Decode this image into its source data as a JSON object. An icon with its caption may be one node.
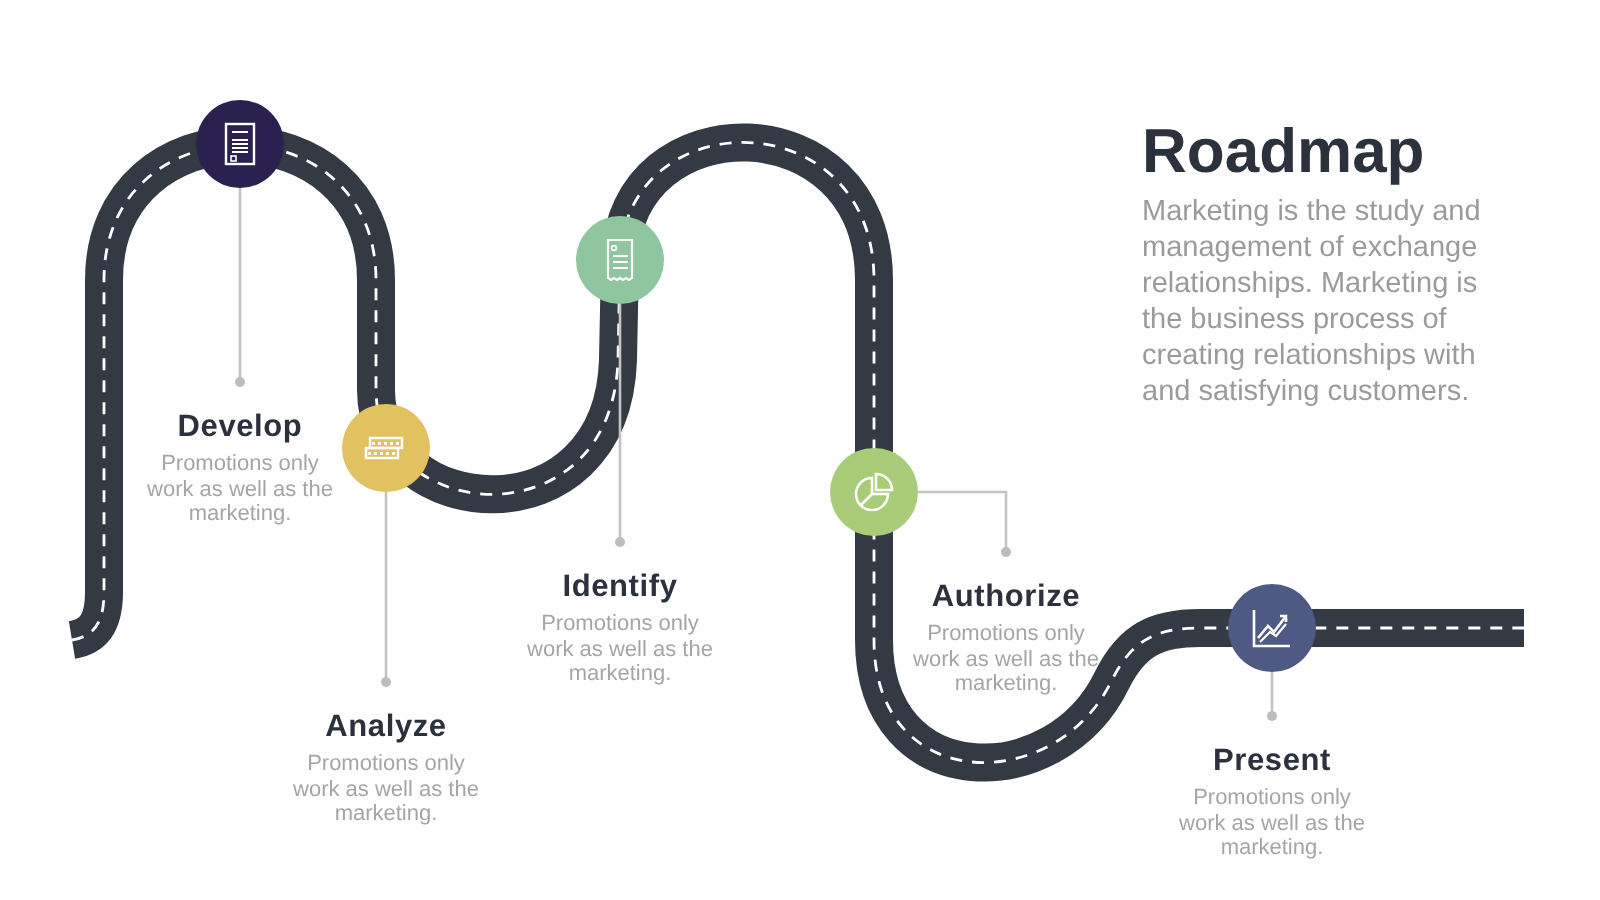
{
  "diagram": {
    "title": "Roadmap",
    "nodes": [
      {
        "text": [],
        "shape": "circle"
      },
      {
        "text": [
          "Develop",
          "Promotions only work as well as the marketing."
        ]
      },
      {
        "text": [],
        "shape": "circle"
      },
      {
        "text": [
          "Analyze",
          "Promotions only work as well as the marketing."
        ]
      },
      {
        "text": [],
        "shape": "circle"
      },
      {
        "text": [
          "Identify",
          "Promotions only work as well as the marketing."
        ]
      },
      {
        "text": [],
        "shape": "circle"
      },
      {
        "text": [
          "Authorize",
          "Promotions only work as well as the marketing."
        ]
      },
      {
        "text": [],
        "shape": "circle"
      },
      {
        "text": [
          "Present",
          "Promotions only work as well as the marketing."
        ]
      }
    ],
    "edges": [
      {
        "from": 0,
        "to": 1,
        "arrow": "other"
      },
      {
        "from": 2,
        "to": 3,
        "arrow": "other"
      },
      {
        "from": 4,
        "to": 5,
        "arrow": "other"
      },
      {
        "from": 6,
        "to": 7,
        "arrow": "other"
      },
      {
        "from": 8,
        "to": 9,
        "arrow": "other"
      }
    ],
    "labels": [
      "Marketing is the study and management of exchange relationships. Marketing is the business process of creating relationships with and satisfying customers."
    ]
  }
}
